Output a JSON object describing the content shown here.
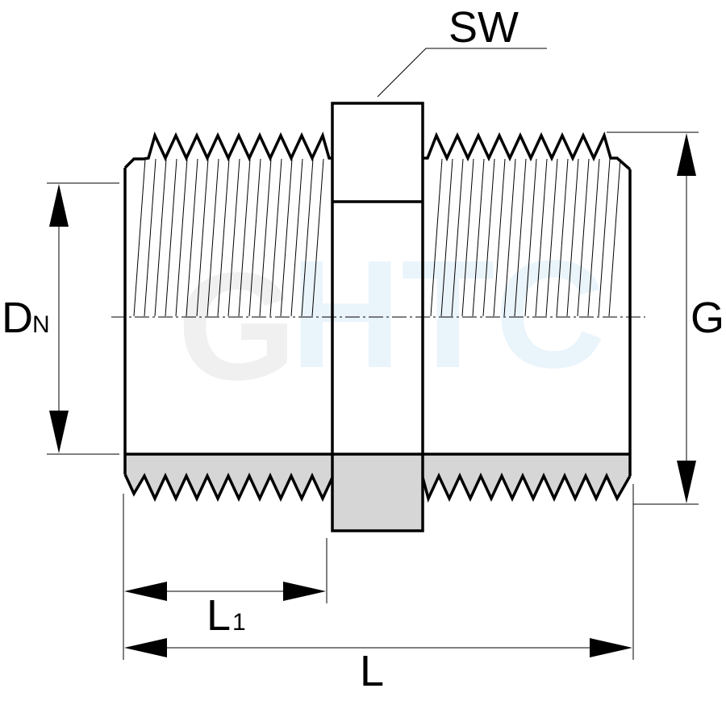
{
  "labels": {
    "sw": "SW",
    "dn_main": "D",
    "dn_sub": "N",
    "g": "G",
    "l1_main": "L",
    "l1_sub": "1",
    "l": "L"
  },
  "watermark": {
    "mark": "G",
    "text": "HTC",
    "mark_color": "#f0f0f0",
    "text_color": "#eaf4fb"
  },
  "colors": {
    "line": "#000000",
    "section_fill": "#d6d6d6",
    "background": "#ffffff"
  }
}
